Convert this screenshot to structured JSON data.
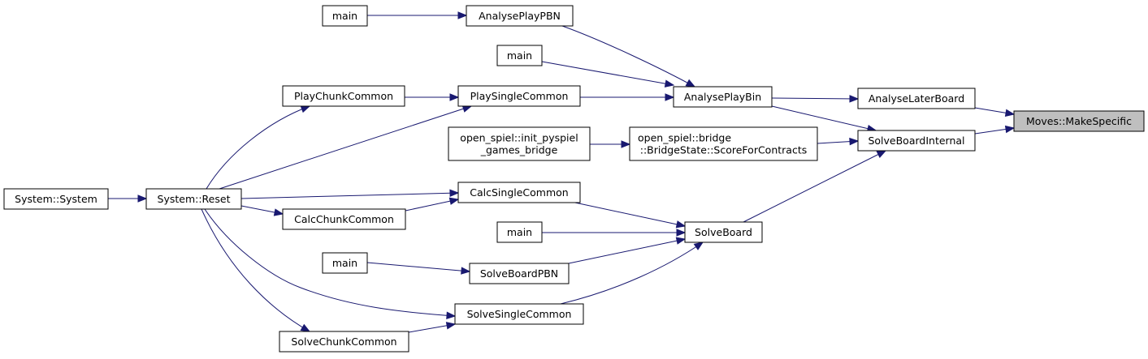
{
  "graph": {
    "title": "",
    "direction": "right-to-left",
    "colors": {
      "edge": "#191970",
      "node_border": "#000000",
      "node_fill": "#ffffff",
      "highlight_fill": "#bfbfbf"
    },
    "nodes": [
      {
        "id": "n_makespecific",
        "lines": [
          "Moves::MakeSpecific"
        ],
        "highlight": true
      },
      {
        "id": "n_analyselaterboard",
        "lines": [
          "AnalyseLaterBoard"
        ]
      },
      {
        "id": "n_solveboardinternal",
        "lines": [
          "SolveBoardInternal"
        ]
      },
      {
        "id": "n_analyseplaybin",
        "lines": [
          "AnalysePlayBin"
        ]
      },
      {
        "id": "n_scoreforcontracts",
        "lines": [
          "open_spiel::bridge",
          "::BridgeState::ScoreForContracts"
        ]
      },
      {
        "id": "n_solveboard",
        "lines": [
          "SolveBoard"
        ]
      },
      {
        "id": "n_analyseplaypbn",
        "lines": [
          "AnalysePlayPBN"
        ]
      },
      {
        "id": "n_main_a",
        "lines": [
          "main"
        ]
      },
      {
        "id": "n_main_b",
        "lines": [
          "main"
        ]
      },
      {
        "id": "n_playsinglecommon",
        "lines": [
          "PlaySingleCommon"
        ]
      },
      {
        "id": "n_playchunkcommon",
        "lines": [
          "PlayChunkCommon"
        ]
      },
      {
        "id": "n_init_pyspiel",
        "lines": [
          "open_spiel::init_pyspiel",
          "_games_bridge"
        ]
      },
      {
        "id": "n_calcsinglecommon",
        "lines": [
          "CalcSingleCommon"
        ]
      },
      {
        "id": "n_calcchunkcommon",
        "lines": [
          "CalcChunkCommon"
        ]
      },
      {
        "id": "n_main_c",
        "lines": [
          "main"
        ]
      },
      {
        "id": "n_main_d",
        "lines": [
          "main"
        ]
      },
      {
        "id": "n_solveboardpbn",
        "lines": [
          "SolveBoardPBN"
        ]
      },
      {
        "id": "n_solvesinglecommon",
        "lines": [
          "SolveSingleCommon"
        ]
      },
      {
        "id": "n_solvechunkcommon",
        "lines": [
          "SolveChunkCommon"
        ]
      },
      {
        "id": "n_system_reset",
        "lines": [
          "System::Reset"
        ]
      },
      {
        "id": "n_system_system",
        "lines": [
          "System::System"
        ]
      }
    ],
    "edges": [
      {
        "from": "n_analyselaterboard",
        "to": "n_makespecific"
      },
      {
        "from": "n_solveboardinternal",
        "to": "n_makespecific"
      },
      {
        "from": "n_analyseplaybin",
        "to": "n_analyselaterboard"
      },
      {
        "from": "n_analyseplaybin",
        "to": "n_solveboardinternal"
      },
      {
        "from": "n_scoreforcontracts",
        "to": "n_solveboardinternal"
      },
      {
        "from": "n_solveboard",
        "to": "n_solveboardinternal"
      },
      {
        "from": "n_analyseplaypbn",
        "to": "n_analyseplaybin"
      },
      {
        "from": "n_main_b",
        "to": "n_analyseplaybin"
      },
      {
        "from": "n_playsinglecommon",
        "to": "n_analyseplaybin"
      },
      {
        "from": "n_main_a",
        "to": "n_analyseplaypbn"
      },
      {
        "from": "n_playchunkcommon",
        "to": "n_playsinglecommon"
      },
      {
        "from": "n_system_reset",
        "to": "n_playsinglecommon"
      },
      {
        "from": "n_system_reset",
        "to": "n_playchunkcommon"
      },
      {
        "from": "n_init_pyspiel",
        "to": "n_scoreforcontracts"
      },
      {
        "from": "n_calcsinglecommon",
        "to": "n_solveboard"
      },
      {
        "from": "n_main_c",
        "to": "n_solveboard"
      },
      {
        "from": "n_solveboardpbn",
        "to": "n_solveboard"
      },
      {
        "from": "n_solvesinglecommon",
        "to": "n_solveboard"
      },
      {
        "from": "n_system_reset",
        "to": "n_calcsinglecommon"
      },
      {
        "from": "n_calcchunkcommon",
        "to": "n_calcsinglecommon"
      },
      {
        "from": "n_system_reset",
        "to": "n_calcchunkcommon"
      },
      {
        "from": "n_main_d",
        "to": "n_solveboardpbn"
      },
      {
        "from": "n_system_reset",
        "to": "n_solvesinglecommon"
      },
      {
        "from": "n_solvechunkcommon",
        "to": "n_solvesinglecommon"
      },
      {
        "from": "n_system_reset",
        "to": "n_solvechunkcommon"
      },
      {
        "from": "n_system_system",
        "to": "n_system_reset"
      }
    ]
  }
}
